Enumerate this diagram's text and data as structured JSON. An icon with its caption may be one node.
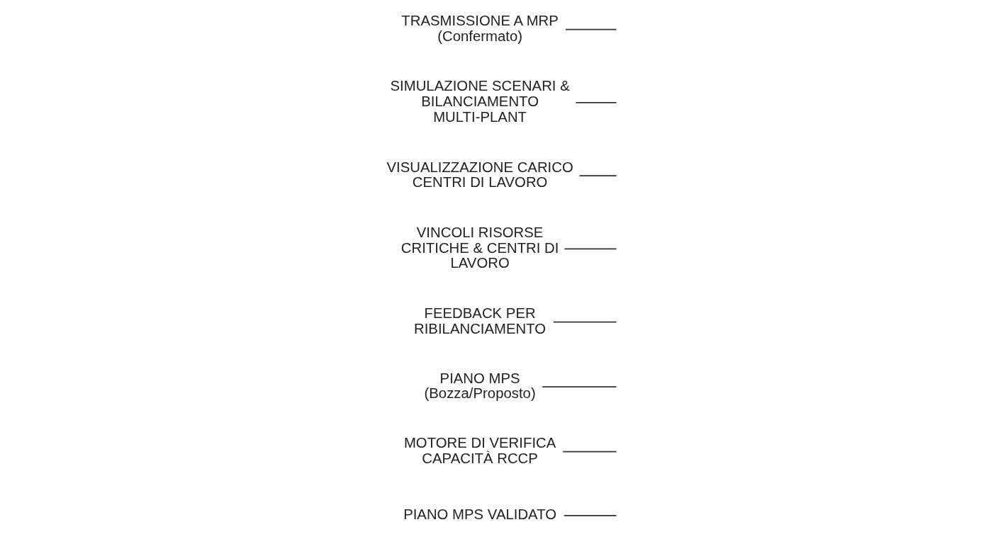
{
  "diagram": {
    "nodes": [
      {
        "text": [
          "PIANO MPS VALIDATO"
        ]
      },
      {
        "text": [
          "MOTORE DI VERIFICA CAPACITÀ RCCP"
        ]
      },
      {
        "text": [
          "PIANO MPS (Bozza/Proposto)"
        ]
      },
      {
        "text": [
          "FEEDBACK PER RIBILANCIAMENTO"
        ]
      },
      {
        "text": [
          "VINCOLI RISORSE CRITICHE & CENTRI DI LAVORO"
        ]
      },
      {
        "text": [
          "VISUALIZZAZIONE CARICO CENTRI DI LAVORO"
        ]
      },
      {
        "text": [
          "SIMULAZIONE SCENARI & BILANCIAMENTO MULTI-PLANT"
        ]
      },
      {
        "text": [
          "TRASMISSIONE A MRP (Confermato)"
        ]
      }
    ],
    "edges": [
      {
        "from": 0,
        "to": null,
        "arrow": "none"
      },
      {
        "from": 1,
        "to": null,
        "arrow": "none"
      },
      {
        "from": 2,
        "to": null,
        "arrow": "none"
      },
      {
        "from": 3,
        "to": null,
        "arrow": "none"
      },
      {
        "from": 4,
        "to": null,
        "arrow": "none"
      },
      {
        "from": 5,
        "to": null,
        "arrow": "none"
      },
      {
        "from": 6,
        "to": null,
        "arrow": "none"
      },
      {
        "from": 7,
        "to": null,
        "arrow": "none"
      }
    ]
  }
}
